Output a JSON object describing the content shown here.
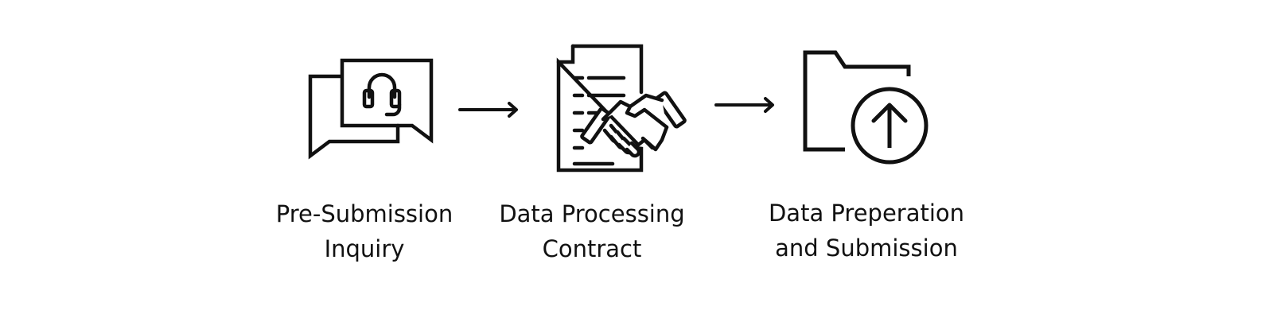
{
  "diagram": {
    "steps": [
      {
        "icon": "headset-chat-icon",
        "label_line1": "Pre-Submission",
        "label_line2": "Inquiry"
      },
      {
        "icon": "contract-handshake-icon",
        "label_line1": "Data Processing",
        "label_line2": "Contract"
      },
      {
        "icon": "folder-upload-icon",
        "label_line1": "Data Preperation",
        "label_line2": "and Submission"
      }
    ],
    "connectors": [
      {
        "icon": "arrow-right-icon"
      },
      {
        "icon": "arrow-right-icon"
      }
    ],
    "colors": {
      "stroke": "#111111",
      "background": "#ffffff"
    }
  }
}
